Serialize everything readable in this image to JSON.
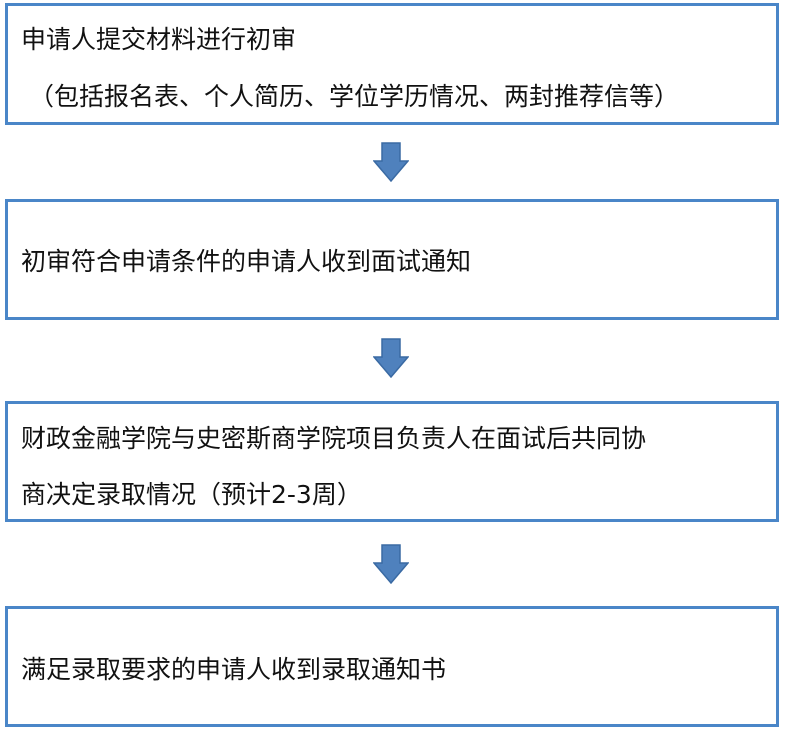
{
  "steps": [
    {
      "line1": "申请人提交材料进行初审",
      "line2": "（包括报名表、个人简历、学位学历情况、两封推荐信等）"
    },
    {
      "line1": "初审符合申请条件的申请人收到面试通知"
    },
    {
      "line1": "财政金融学院与史密斯商学院项目负责人在面试后共同协",
      "line2": "商决定录取情况（预计2-3周）"
    },
    {
      "line1": "满足录取要求的申请人收到录取通知书"
    }
  ],
  "colors": {
    "box_border": "#4a86c8",
    "arrow_fill": "#4f81bd",
    "arrow_stroke": "#3a6aa3",
    "text": "#111111"
  },
  "icons": {
    "connector": "down-arrow-icon"
  }
}
